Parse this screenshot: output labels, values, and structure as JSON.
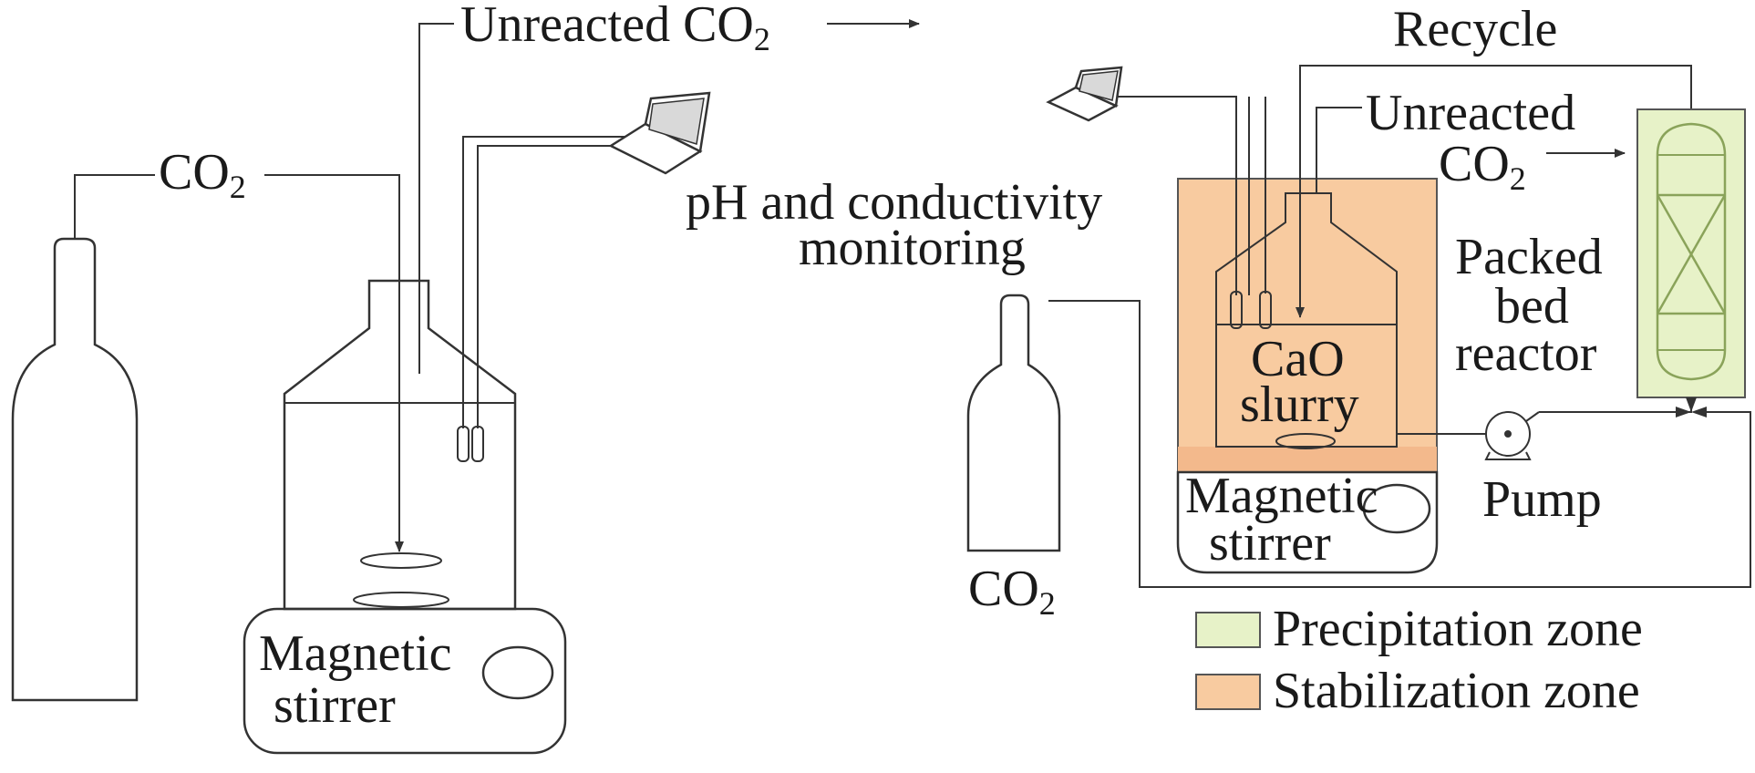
{
  "left_setup": {
    "gas_label": "CO",
    "gas_sub": "2",
    "outlet_label": "Unreacted CO",
    "outlet_sub": "2",
    "monitoring_line1": "pH and conductivity",
    "monitoring_line2": "monitoring",
    "stirrer_line1": "Magnetic",
    "stirrer_line2": "stirrer"
  },
  "right_setup": {
    "recycle_label": "Recycle",
    "outlet_line1": "Unreacted",
    "outlet_line2": "CO",
    "outlet_sub": "2",
    "reactor_line1": "Packed",
    "reactor_line2": "bed",
    "reactor_line3": "reactor",
    "slurry_line1": "CaO",
    "slurry_line2": "slurry",
    "pump_label": "Pump",
    "stirrer_line1": "Magnetic",
    "stirrer_line2": "stirrer",
    "gas_label": "CO",
    "gas_sub": "2"
  },
  "legend": [
    {
      "label": "Precipitation zone",
      "color": "#e7f2c8"
    },
    {
      "label": "Stabilization zone",
      "color": "#f8cba0"
    }
  ],
  "colors": {
    "precipitation_zone": "#e7f2c8",
    "stabilization_zone": "#f8cba0",
    "stabilization_band": "#f3b98c",
    "reactor_frame": "#8aa35a"
  }
}
